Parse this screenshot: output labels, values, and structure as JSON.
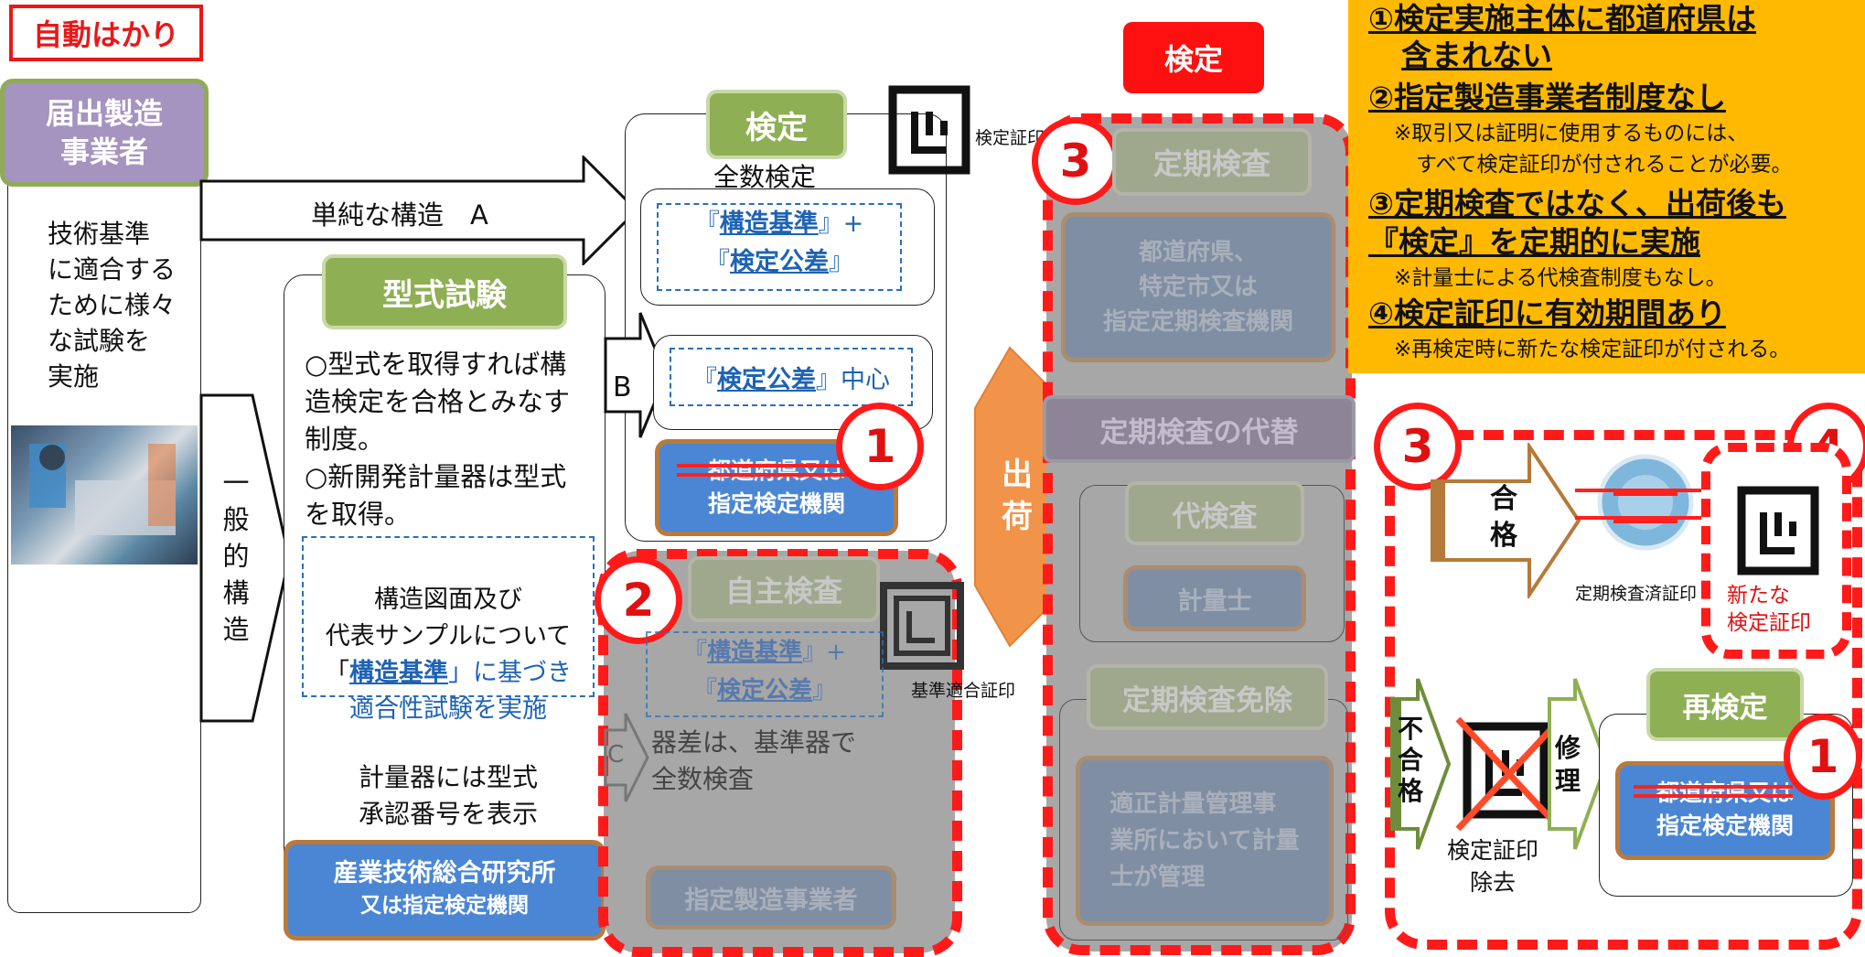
{
  "header": {
    "auto_scale_label": "自動はかり",
    "inspection_title": "検定"
  },
  "left": {
    "maker_label": "届出製造\n事業者",
    "maker_desc": "技術基準\nに適合する\nために様々\nな試験を\n実施"
  },
  "arrows": {
    "simple_structure": "単純な構造　A",
    "general_structure": "一\n般\n的\n構\n造",
    "b_label": "B",
    "c_label": "C",
    "shipment": "出\n荷",
    "pass": "合\n格",
    "fail": "不\n合\n格",
    "repair": "修\n理"
  },
  "type_exam": {
    "title": "型式試験",
    "desc": "○型式を取得すれば構造検定を合格とみなす制度。\n○新開発計量器は型式を取得。",
    "inner_pre": "構造図面及び\n代表サンプルについて\n「",
    "inner_term": "構造基準",
    "inner_post": "」に基づき\n適合性試験を実施",
    "approval": "計量器には型式\n承認番号を表示",
    "org": "産業技術総合研究所",
    "org_sub": "又は指定検定機関"
  },
  "kentei": {
    "title": "検定",
    "all_inspection": "全数検定",
    "std_term1": "構造基準",
    "std_term2": "検定公差",
    "tol_term": "検定公差",
    "tol_suffix": "中心",
    "org_struck": "都道府県又は",
    "org": "指定検定機関",
    "seal_caption": "検定証印"
  },
  "self_check": {
    "title": "自主検査",
    "std_term1": "構造基準",
    "std_term2": "検定公差",
    "desc": "器差は、基準器で\n全数検査",
    "maker": "指定製造事業者",
    "seal_caption": "基準適合証印"
  },
  "periodic": {
    "title": "定期検査",
    "org": "都道府県、\n特定市又は\n指定定期検査機関",
    "alt_title": "定期検査の代替",
    "proxy_title": "代検査",
    "proxy_body": "計量士",
    "exempt_title": "定期検査免除",
    "exempt_body": "適正計量管理事\n業所において計量\n士が管理"
  },
  "notes": {
    "n1a": "①検定実施主体に都道府県は",
    "n1b": "含まれない",
    "n2": "②指定製造事業者制度なし",
    "n2_sub1": "※取引又は証明に使用するものには、",
    "n2_sub2": "すべて検定証印が付されることが必要。",
    "n3a": "③定期検査ではなく、出荷後も",
    "n3b": "『検定』を定期的に実施",
    "n3_sub": "※計量士による代検査制度もなし。",
    "n4": "④検定証印に有効期間あり",
    "n4_sub": "※再検定時に新たな検定証印が付される。"
  },
  "reinspection": {
    "periodic_seal_caption": "定期検査済証印",
    "new_seal": "新たな\n検定証印",
    "removed_seal": "検定証印\n除去",
    "reinspect_title": "再検定",
    "org_struck": "都道府県又は",
    "org": "指定検定機関"
  },
  "markers": {
    "one": "1",
    "two": "2",
    "three": "3",
    "four": "4"
  },
  "colors": {
    "accent_red": "#ff1a1a",
    "green": "#8faf54",
    "blue": "#4a86d4",
    "orange": "#ffb900",
    "ship_orange": "#f2934a"
  }
}
